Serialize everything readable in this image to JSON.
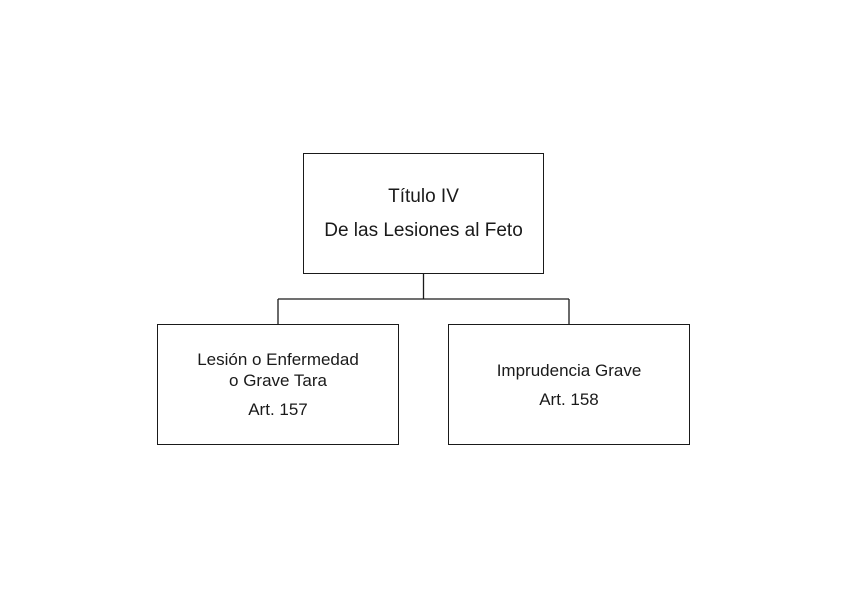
{
  "diagram": {
    "root": {
      "line1": "Título IV",
      "line2": "De las Lesiones al Feto"
    },
    "children": [
      {
        "line1": "Lesión o Enfermedad",
        "line2": "o Grave Tara",
        "article": "Art. 157"
      },
      {
        "line1": "Imprudencia Grave",
        "article": "Art. 158"
      }
    ]
  },
  "colors": {
    "stroke": "#1a1a1a",
    "background": "#ffffff"
  }
}
